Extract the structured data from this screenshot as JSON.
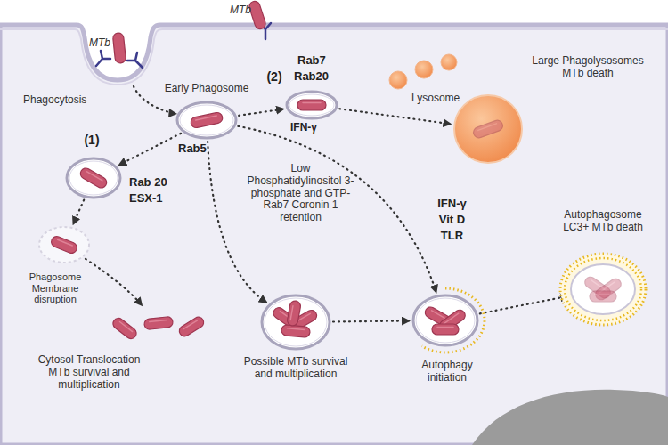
{
  "diagram": {
    "nodes": [
      {
        "text": [
          "Early Phagosome",
          "Rab5"
        ]
      },
      {
        "text": [
          "(1)",
          "Rab 20",
          "ESX-1"
        ]
      },
      {
        "text": [
          "Phagosome Membrane disruption"
        ]
      },
      {
        "text": [
          "Cytosol Translocation MTb survival and multiplication"
        ]
      },
      {
        "text": [
          "(2)",
          "Rab7",
          "Rab20"
        ]
      },
      {
        "text": [
          "Large Phagolysosomes MTb death"
        ]
      },
      {
        "text": [
          "Possible MTb survival and multiplication"
        ]
      },
      {
        "text": [
          "IFN-γ",
          "Vit D",
          "TLR",
          "Autophagy initiation"
        ]
      },
      {
        "text": [
          "Autophagosome LC3+ MTb death"
        ]
      }
    ],
    "edges": [
      {
        "from": 0,
        "to": 1,
        "arrow": "to"
      },
      {
        "from": 1,
        "to": 2,
        "arrow": "to"
      },
      {
        "from": 2,
        "to": 3,
        "arrow": "to"
      },
      {
        "from": 0,
        "to": 4,
        "arrow": "to"
      },
      {
        "from": 4,
        "to": 5,
        "arrow": "to"
      },
      {
        "from": 0,
        "to": 6,
        "arrow": "to"
      },
      {
        "from": 6,
        "to": 7,
        "arrow": "to"
      },
      {
        "from": 0,
        "to": 7,
        "arrow": "to"
      },
      {
        "from": 7,
        "to": 8,
        "arrow": "to"
      }
    ],
    "labels": [
      "MTb",
      "MTb",
      "Phagocytosis",
      "IFN-γ",
      "Lysosome",
      "Low Phosphatidylinositol 3-phosphate and GTP- Rab7 Coronin 1 retention"
    ]
  }
}
